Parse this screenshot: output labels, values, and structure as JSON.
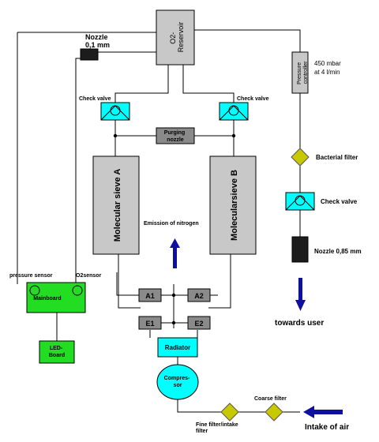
{
  "labels": {
    "reservoir": "O2-\nReservoir",
    "nozzle_top": "Nozzle\n0,1 mm",
    "pressure_controller": "Pressure\ncontroller",
    "pressure_spec": "450 mbar\nat 4 l/min",
    "check_valve_left": "Check valve",
    "check_valve_right": "Check valve",
    "purging_nozzle": "Purging\nnozzle",
    "bacterial_filter": "Bacterial filter",
    "check_valve_main": "Check valve",
    "sieve_a": "Molecular sieve A",
    "sieve_b": "Molecularsieve B",
    "emission": "Emission of nitrogen",
    "nozzle_out": "Nozzle 0,85 mm",
    "pressure_sensor": "pressure sensor",
    "o2_sensor": "O2sensor",
    "mainboard": "Mainboard",
    "led_board": "LED-\nBoard",
    "valve_a1": "A1",
    "valve_a2": "A2",
    "valve_e1": "E1",
    "valve_e2": "E2",
    "radiator": "Radiator",
    "compressor": "Compres-\nsor",
    "towards_user": "towards user",
    "coarse_filter": "Coarse filter",
    "fine_filter": "Fine filter/intake\nfilter",
    "intake_air": "Intake of air"
  },
  "colors": {
    "component_gray": "#c8c8c8",
    "valve_gray": "#8a8a8a",
    "check_valve_cyan": "#00ffff",
    "board_green": "#22dd22",
    "filter_olive": "#c8c800",
    "arrow_blue": "#1010a0"
  }
}
